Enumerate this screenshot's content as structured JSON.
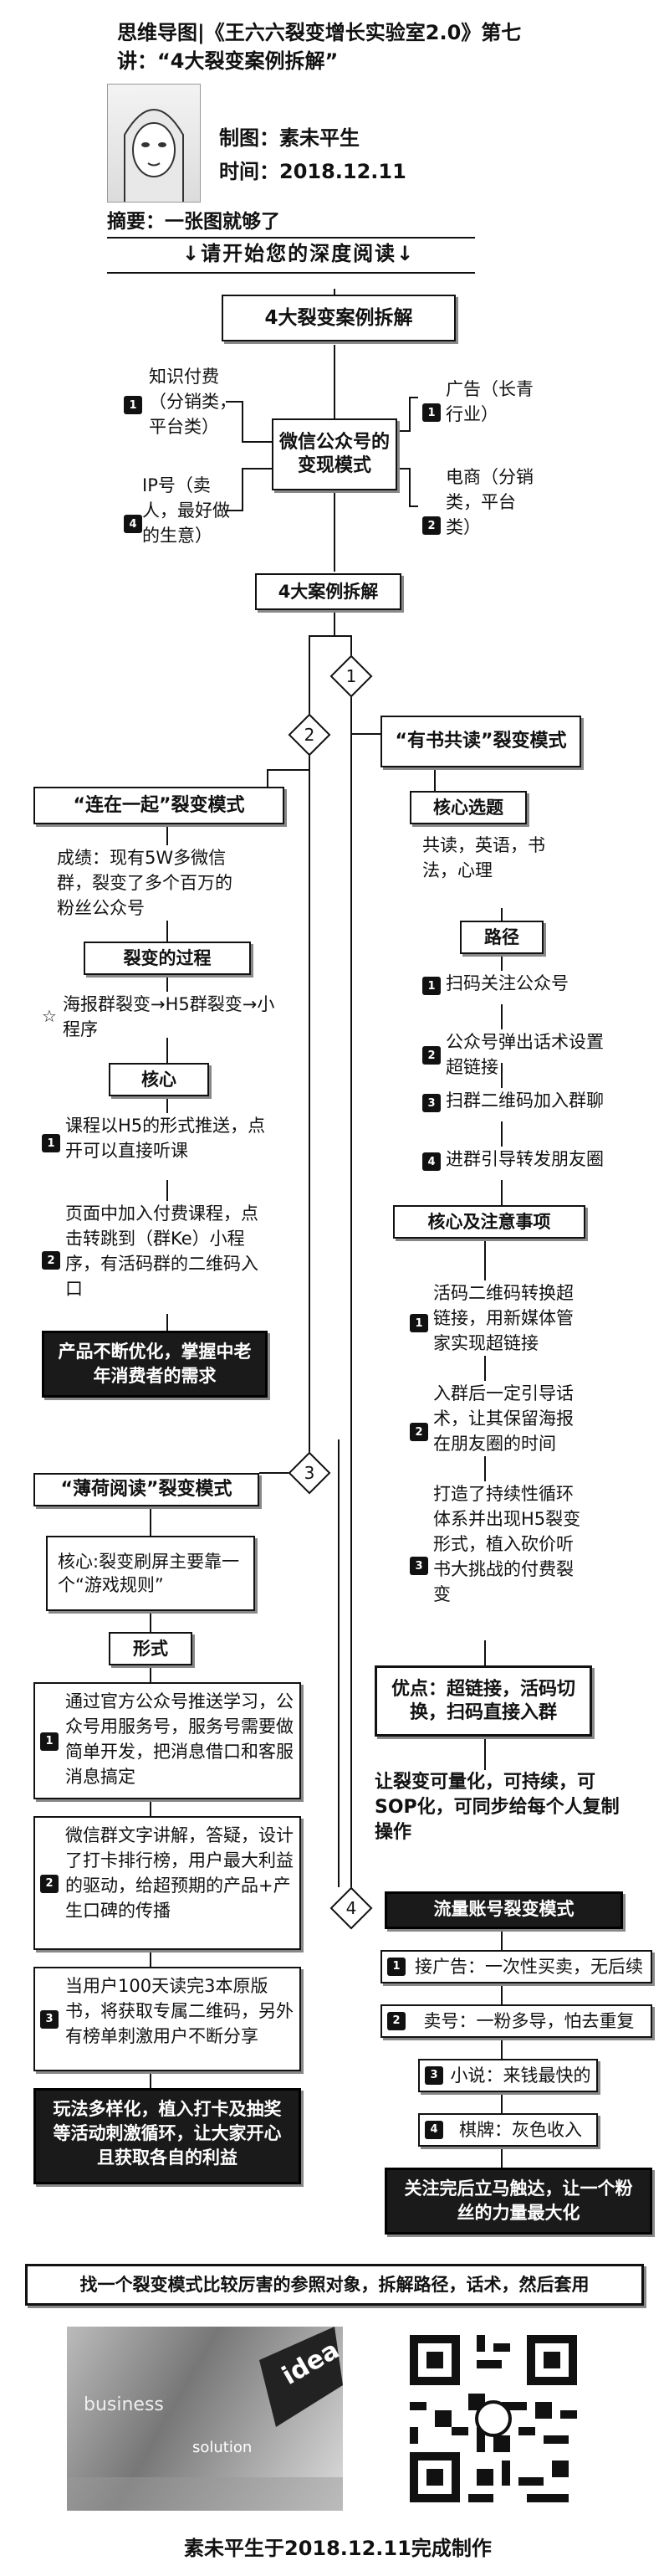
{
  "header": {
    "title": "思维导图|《王六六裂变增长实验室2.0》第七讲：“4大裂变案例拆解”",
    "producer": "制图：素未平生",
    "time": "时间：2018.12.11",
    "summary": "摘要：一张图就够了",
    "read_banner": "↓请开始您的深度阅读↓"
  },
  "root": {
    "title": "4大裂变案例拆解"
  },
  "wechat": {
    "center": "微信公众号的变现模式",
    "items": [
      {
        "badge": "1",
        "text": "知识付费（分销类，平台类）"
      },
      {
        "badge": "4",
        "text": "IP号（卖人，最好做的生意）"
      },
      {
        "badge": "1",
        "text": "广告（长青行业）"
      },
      {
        "badge": "2",
        "text": "电商（分销类，平台类）"
      }
    ]
  },
  "cases_title": "4大案例拆解",
  "case1": {
    "num": "1",
    "title": "“有书共读”裂变模式",
    "core_topic_label": "核心选题",
    "core_topic": "共读，英语，书法，心理",
    "path_label": "路径",
    "path": [
      {
        "badge": "1",
        "text": "扫码关注公众号"
      },
      {
        "badge": "2",
        "text": "公众号弹出话术设置超链接"
      },
      {
        "badge": "3",
        "text": "扫群二维码加入群聊"
      },
      {
        "badge": "4",
        "text": "进群引导转发朋友圈"
      }
    ],
    "notes_label": "核心及注意事项",
    "notes": [
      {
        "badge": "1",
        "text": "活码二维码转换超链接，用新媒体管家实现超链接"
      },
      {
        "badge": "2",
        "text": "入群后一定引导话术，让其保留海报在朋友圈的时间"
      },
      {
        "badge": "3",
        "text": "打造了持续性循环体系并出现H5裂变形式，植入砍价听书大挑战的付费裂变"
      }
    ],
    "highlight": "优点：超链接，活码切换，扫码直接入群",
    "conclusion": "让裂变可量化，可持续，可SOP化，可同步给每个人复制操作"
  },
  "case2": {
    "num": "2",
    "title": "“连在一起”裂变模式",
    "result": "成绩：现有5W多微信群，裂变了多个百万的粉丝公众号",
    "process_label": "裂变的过程",
    "process": "海报群裂变→H5群裂变→小程序",
    "core_label": "核心",
    "core": [
      {
        "badge": "1",
        "text": "课程以H5的形式推送，点开可以直接听课"
      },
      {
        "badge": "2",
        "text": "页面中加入付费课程，点击转跳到（群Ke）小程序，有活码群的二维码入口"
      }
    ],
    "highlight": "产品不断优化，掌握中老年消费者的需求"
  },
  "case3": {
    "num": "3",
    "title": "“薄荷阅读”裂变模式",
    "core_text": "核心:裂变刷屏主要靠一个“游戏规则”",
    "form_label": "形式",
    "forms": [
      {
        "badge": "1",
        "text": "通过官方公众号推送学习，公众号用服务号，服务号需要做简单开发，把消息借口和客服消息搞定"
      },
      {
        "badge": "2",
        "text": "微信群文字讲解，答疑，设计了打卡排行榜，用户最大利益的驱动，给超预期的产品+产生口碑的传播"
      },
      {
        "badge": "3",
        "text": "当用户100天读完3本原版书，将获取专属二维码，另外有榜单刺激用户不断分享"
      }
    ],
    "highlight": "玩法多样化，植入打卡及抽奖等活动刺激循环，让大家开心且获取各自的利益"
  },
  "case4": {
    "num": "4",
    "title": "流量账号裂变模式",
    "items": [
      {
        "badge": "1",
        "text": "接广告：一次性买卖，无后续"
      },
      {
        "badge": "2",
        "text": "卖号：一粉多导，怕去重复"
      },
      {
        "badge": "3",
        "text": "小说：来钱最快的"
      },
      {
        "badge": "4",
        "text": "棋牌：灰色收入"
      }
    ],
    "highlight": "关注完后立马触达，让一个粉丝的力量最大化"
  },
  "bottom_banner": "找一个裂变模式比较厉害的参照对象，拆解路径，话术，然后套用",
  "footer": "素未平生于2018.12.11完成制作",
  "image_words": [
    "idea",
    "solution",
    "business"
  ]
}
